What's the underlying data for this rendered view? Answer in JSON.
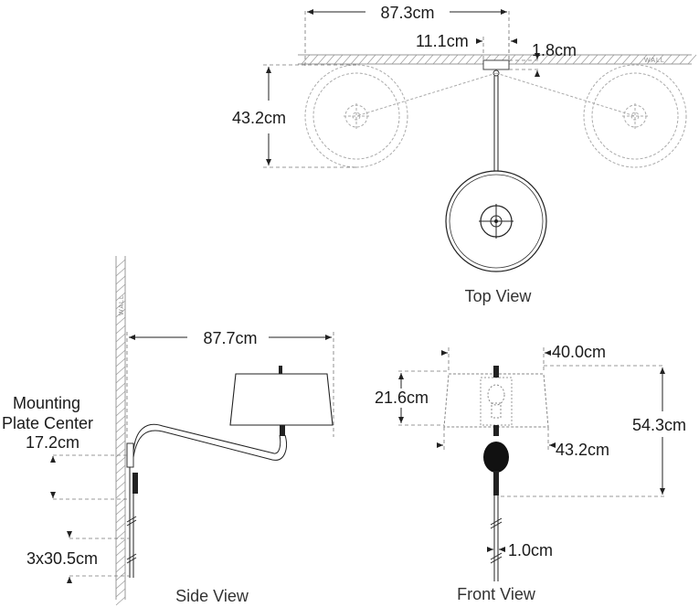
{
  "top_view": {
    "caption": "Top View",
    "wall_label": "WALL",
    "dim_total_width": "87.3cm",
    "dim_plate_width": "11.1cm",
    "dim_plate_depth": "1.8cm",
    "dim_shade_diameter": "43.2cm"
  },
  "side_view": {
    "caption": "Side View",
    "wall_label": "WALL",
    "dim_extension": "87.7cm",
    "mounting_label_line1": "Mounting",
    "mounting_label_line2": "Plate Center",
    "dim_plate_center": "17.2cm",
    "dim_rod_segments": "3x30.5cm"
  },
  "front_view": {
    "caption": "Front View",
    "dim_shade_top": "40.0cm",
    "dim_shade_height": "21.6cm",
    "dim_overall_height": "54.3cm",
    "dim_shade_bottom": "43.2cm",
    "dim_rod": "1.0cm"
  }
}
